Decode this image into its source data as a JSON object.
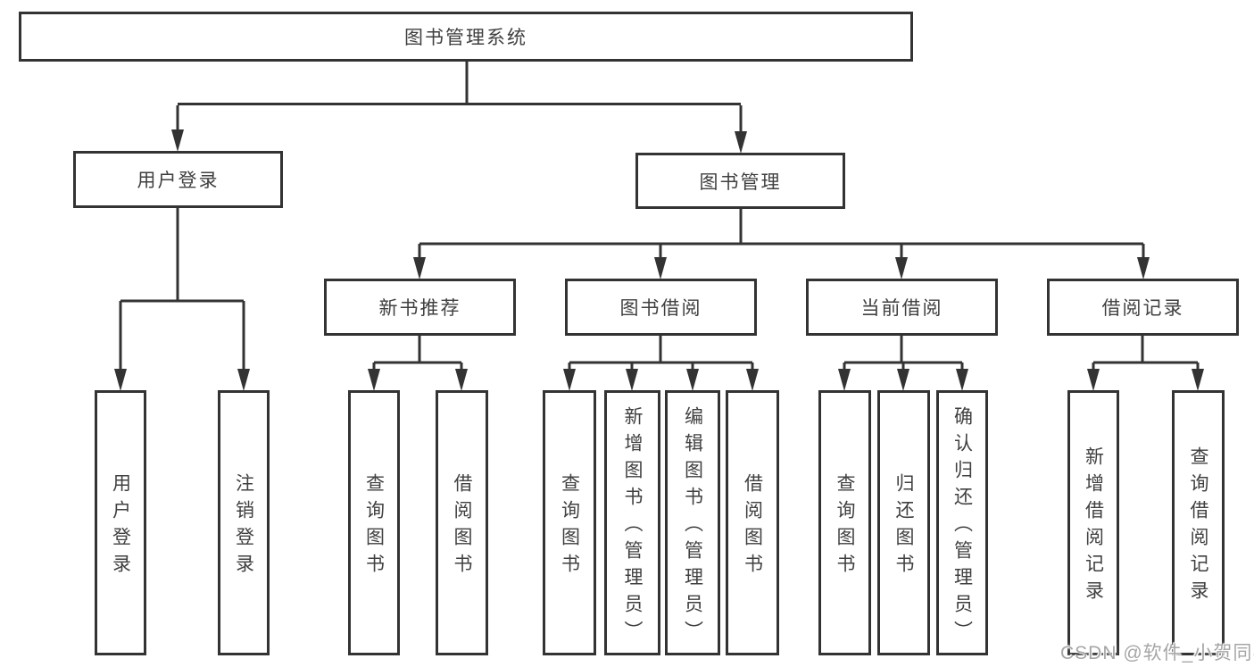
{
  "diagram": {
    "root": {
      "label": "图书管理系统"
    },
    "level2": {
      "user_login": {
        "label": "用户登录"
      },
      "book_mgmt": {
        "label": "图书管理"
      }
    },
    "level3": {
      "new_books": {
        "label": "新书推荐"
      },
      "book_borrow": {
        "label": "图书借阅"
      },
      "current_borrow": {
        "label": "当前借阅"
      },
      "borrow_records": {
        "label": "借阅记录"
      }
    },
    "leaves": {
      "user_login_1": "用户登录",
      "user_login_2": "注销登录",
      "new_books_1": "查询图书",
      "new_books_2": "借阅图书",
      "book_borrow_1": "查询图书",
      "book_borrow_2": "新增图书（管理员）",
      "book_borrow_3": "编辑图书（管理员）",
      "book_borrow_4": "借阅图书",
      "current_borrow_1": "查询图书",
      "current_borrow_2": "归还图书",
      "current_borrow_3": "确认归还（管理员）",
      "borrow_records_1": "新增借阅记录",
      "borrow_records_2": "查询借阅记录"
    }
  },
  "watermark": "CSDN @软件_小贺同学",
  "colors": {
    "line": "#333333",
    "text": "#404040",
    "background": "#ffffff",
    "watermark": "#a6a6a6"
  }
}
